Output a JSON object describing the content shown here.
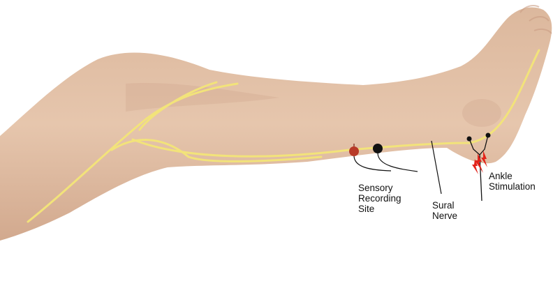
{
  "labels": {
    "sensory_line1": "Sensory",
    "sensory_line2": "Recording",
    "sensory_line3": "Site",
    "sural_line1": "Sural",
    "sural_line2": "Nerve",
    "ankle_line1": "Ankle",
    "ankle_line2": "Stimulation"
  },
  "colors": {
    "skin": "#e2c0a6",
    "skin_shadow": "#c99d83",
    "nerve": "#f2e37a",
    "recording_electrode": "#b83a28",
    "reference_electrode": "#111111",
    "stimulation": "#e2231a"
  }
}
